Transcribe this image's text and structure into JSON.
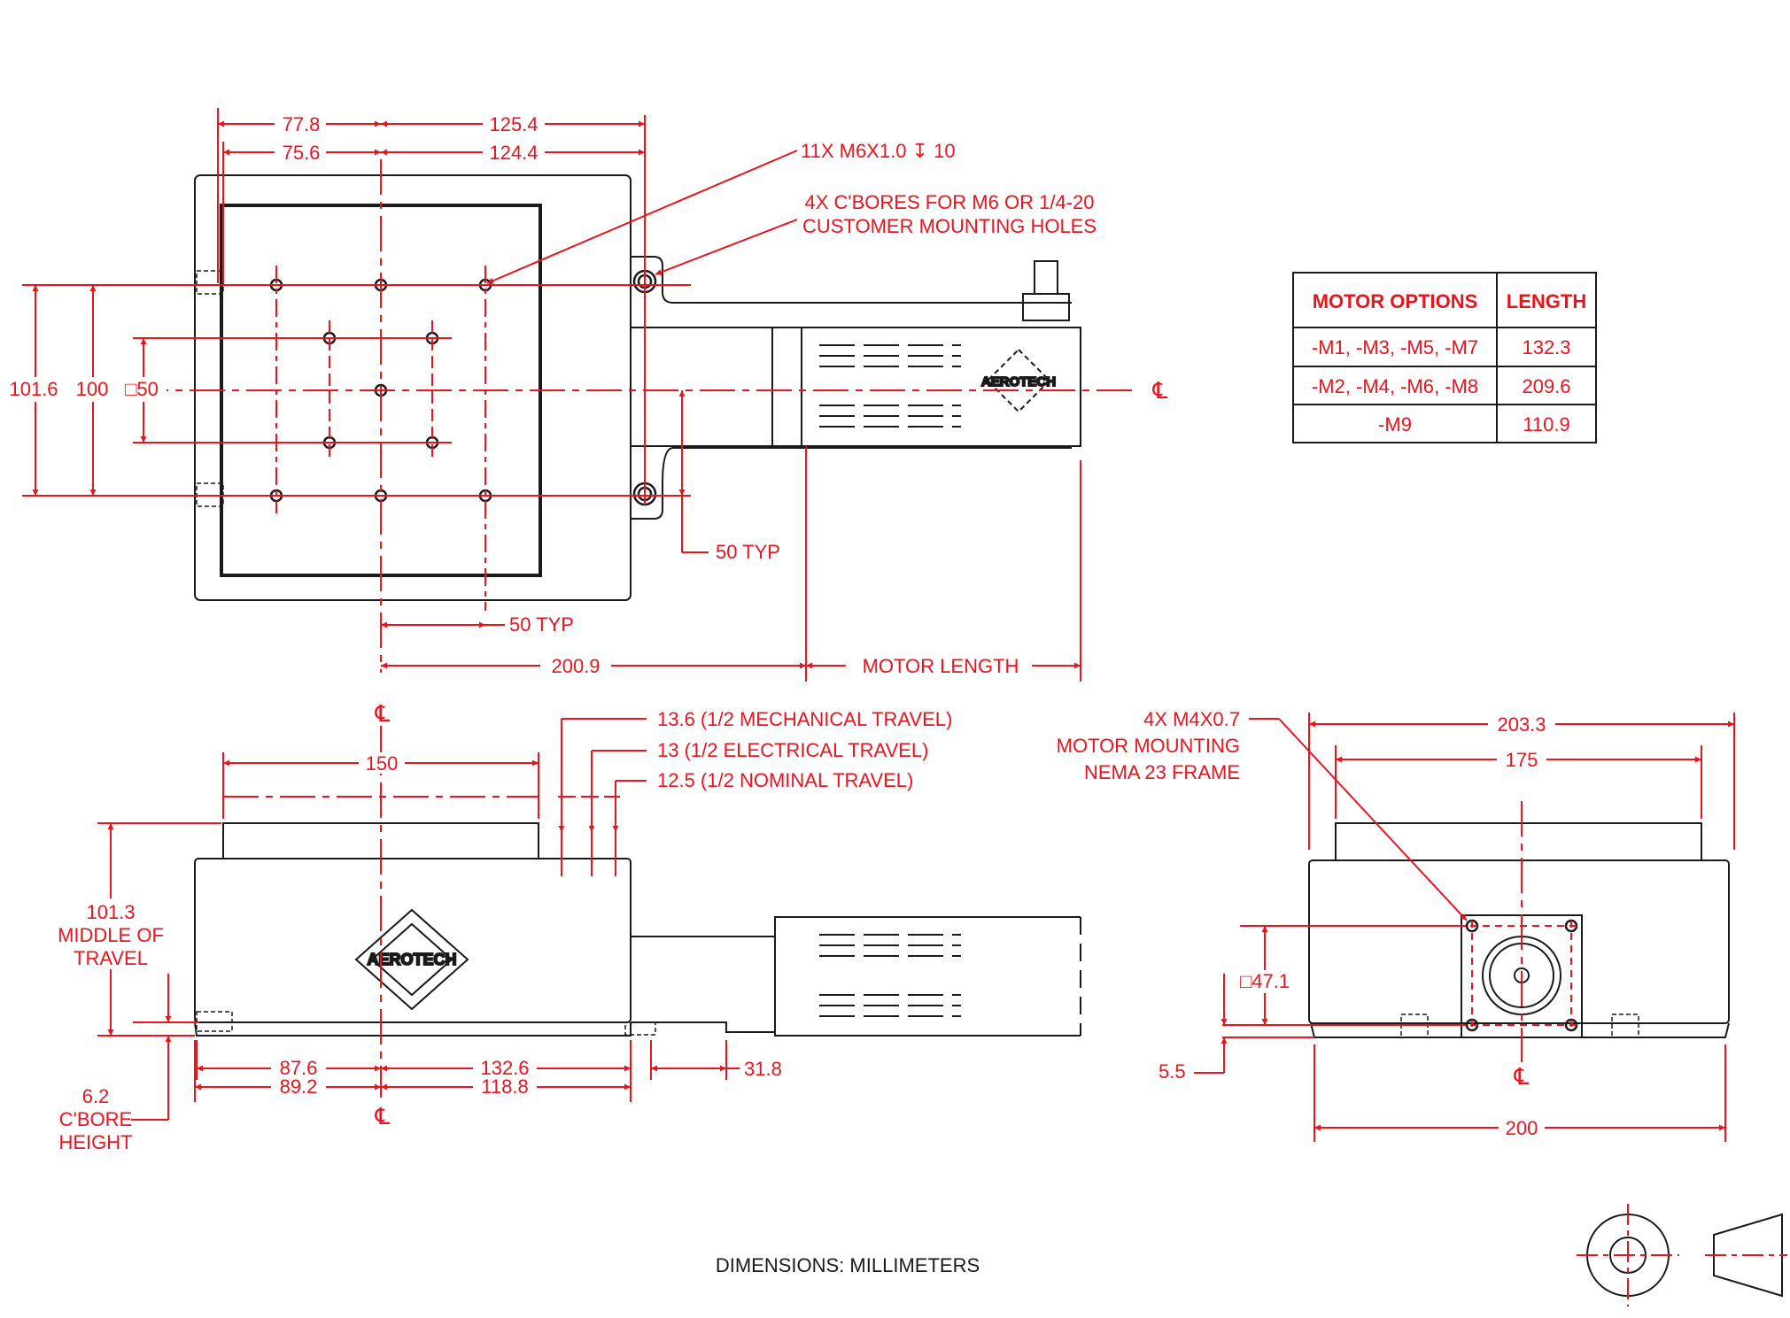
{
  "colors": {
    "dimension": "#e8141e",
    "outline": "#1a1a1a",
    "background": "#ffffff"
  },
  "dimensions": {
    "top_view": {
      "d_77_8": "77.8",
      "d_125_4": "125.4",
      "d_75_6": "75.6",
      "d_124_4": "124.4",
      "d_101_6": "101.6",
      "d_100": "100",
      "d_sq50": "□50",
      "d_50typ_v": "50 TYP",
      "d_50typ_h": "50 TYP",
      "d_200_9": "200.9",
      "motor_length": "MOTOR LENGTH"
    },
    "front_view": {
      "d_150": "150",
      "d_101_3_a": "101.3",
      "d_101_3_b": "MIDDLE OF",
      "d_101_3_c": "TRAVEL",
      "d_87_6": "87.6",
      "d_132_6": "132.6",
      "d_89_2": "89.2",
      "d_118_8": "118.8",
      "d_31_8": "31.8",
      "cbore_a": "6.2",
      "cbore_b": "C'BORE",
      "cbore_c": "HEIGHT"
    },
    "side_view": {
      "d_203_3": "203.3",
      "d_175": "175",
      "d_sq47_1": "□47.1",
      "d_5_5": "5.5",
      "d_200": "200"
    }
  },
  "callouts": {
    "holes_m6": "11X M6X1.0 ↧ 10",
    "cbores_line1": "4X C'BORES FOR M6 OR 1/4-20",
    "cbores_line2": "CUSTOMER MOUNTING HOLES",
    "travel_mech": "13.6 (1/2 MECHANICAL TRAVEL)",
    "travel_elec": "13 (1/2 ELECTRICAL TRAVEL)",
    "travel_nom": "12.5 (1/2 NOMINAL TRAVEL)",
    "motor_mount_1": "4X M4X0.7",
    "motor_mount_2": "MOTOR MOUNTING",
    "motor_mount_3": "NEMA 23 FRAME"
  },
  "centerline_symbol": "℄",
  "logo_text": "AEROTECH",
  "motor_table": {
    "headers": [
      "MOTOR OPTIONS",
      "LENGTH"
    ],
    "rows": [
      [
        "-M1, -M3, -M5, -M7",
        "132.3"
      ],
      [
        "-M2, -M4, -M6, -M8",
        "209.6"
      ],
      [
        "-M9",
        "110.9"
      ]
    ]
  },
  "footer_note": "DIMENSIONS:  MILLIMETERS"
}
